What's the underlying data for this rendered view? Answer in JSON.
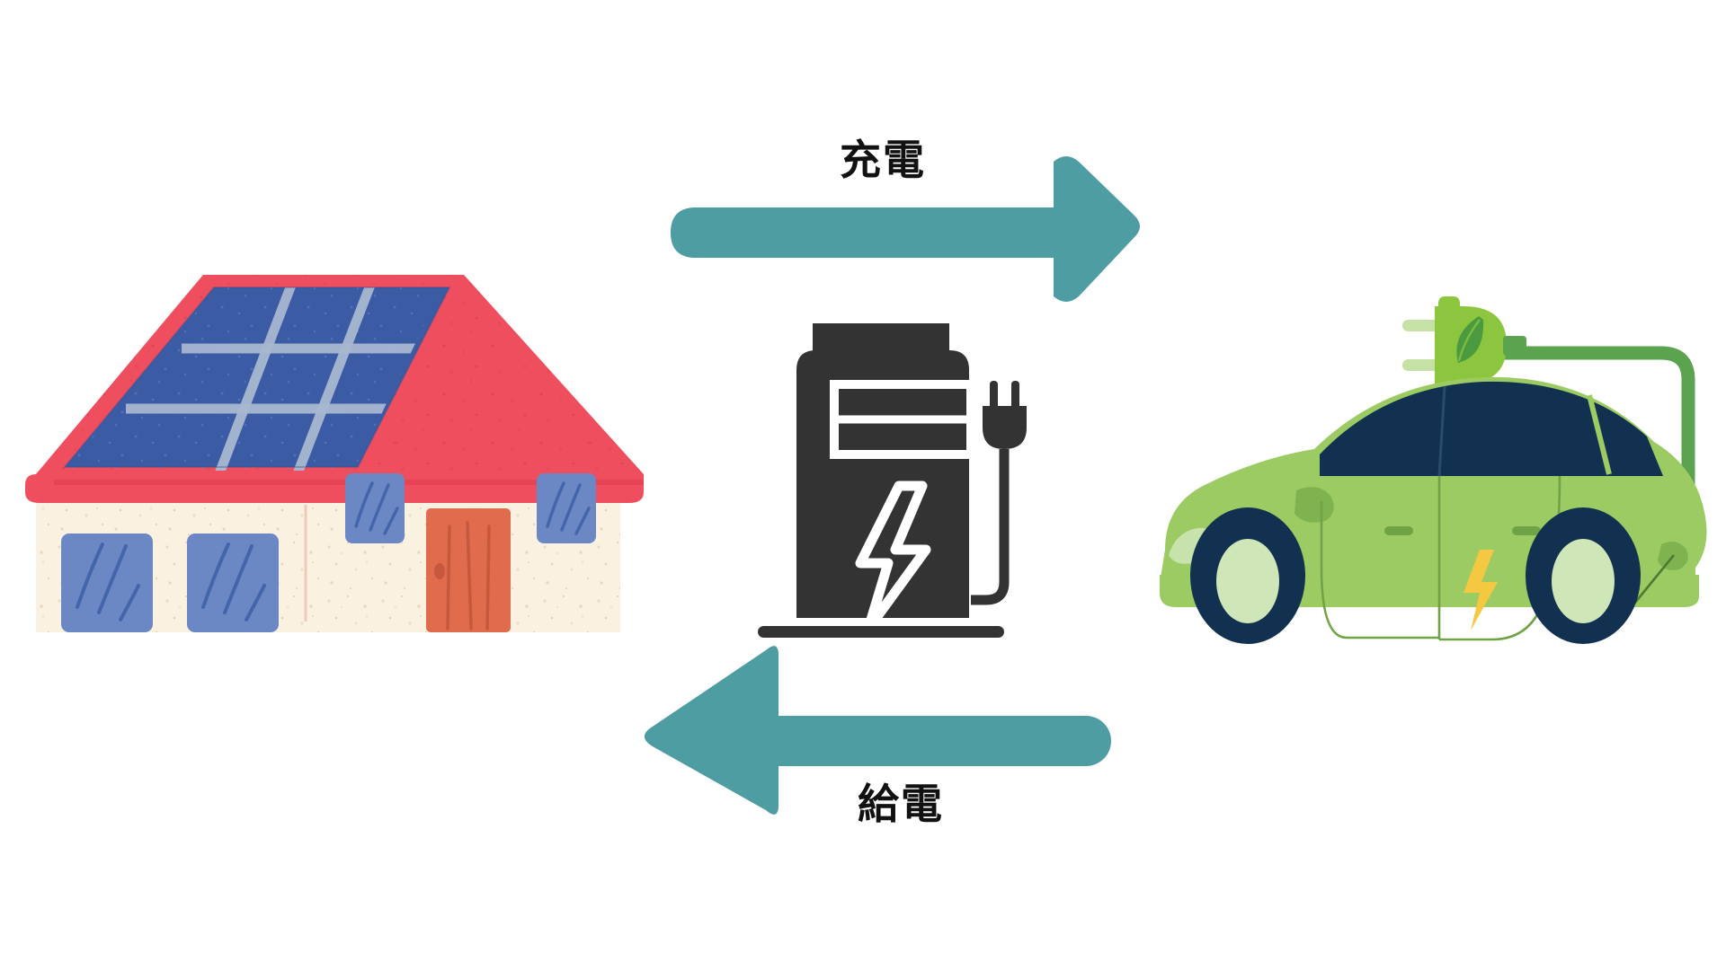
{
  "diagram": {
    "title": "V2H charging and power supply diagram",
    "background_color": "#ffffff",
    "arrows": {
      "top": {
        "label": "充電",
        "meaning": "charging",
        "direction": "right",
        "from": "house",
        "to": "electric-vehicle",
        "color": "#4D9DA2"
      },
      "bottom": {
        "label": "給電",
        "meaning": "power-supply",
        "direction": "left",
        "from": "electric-vehicle",
        "to": "house",
        "color": "#4D9DA2"
      }
    },
    "house": {
      "name": "house-with-solar-panels",
      "roof_color": "#EE4E5E",
      "roof_shadow_color": "#E03D4F",
      "wall_color": "#FBF1E0",
      "solar_panel_color": "#3B5BA5",
      "solar_grid_color": "#A8B8D0",
      "window_color": "#6B88C4",
      "window_streak_color": "#3E5FA8",
      "door_color": "#E06B4D",
      "door_line_color": "#C4563C",
      "solar_panel_rows": 3,
      "solar_panel_cols": 3,
      "window_count": 4,
      "door_count": 1
    },
    "charging_station": {
      "name": "ev-charging-station",
      "body_color": "#333333",
      "accent_color": "#FFFFFF",
      "screen_bars": 2,
      "has_lightning_bolt": true,
      "has_plug": true,
      "has_cable": true,
      "has_ground_line": true
    },
    "vehicle": {
      "name": "electric-vehicle",
      "body_color": "#9BCB62",
      "body_shadow_color": "#7FB350",
      "window_color": "#12304F",
      "wheel_color": "#12304F",
      "hub_color": "#CFE6B8",
      "bolt_color": "#F5C842",
      "highlight_color": "#CFE6B8",
      "plug": {
        "name": "eco-plug",
        "body_color": "#8CC63F",
        "prong_color": "#C5E1A5",
        "leaf_color": "#4C9A3F",
        "cable_color": "#5BA34E"
      }
    }
  }
}
